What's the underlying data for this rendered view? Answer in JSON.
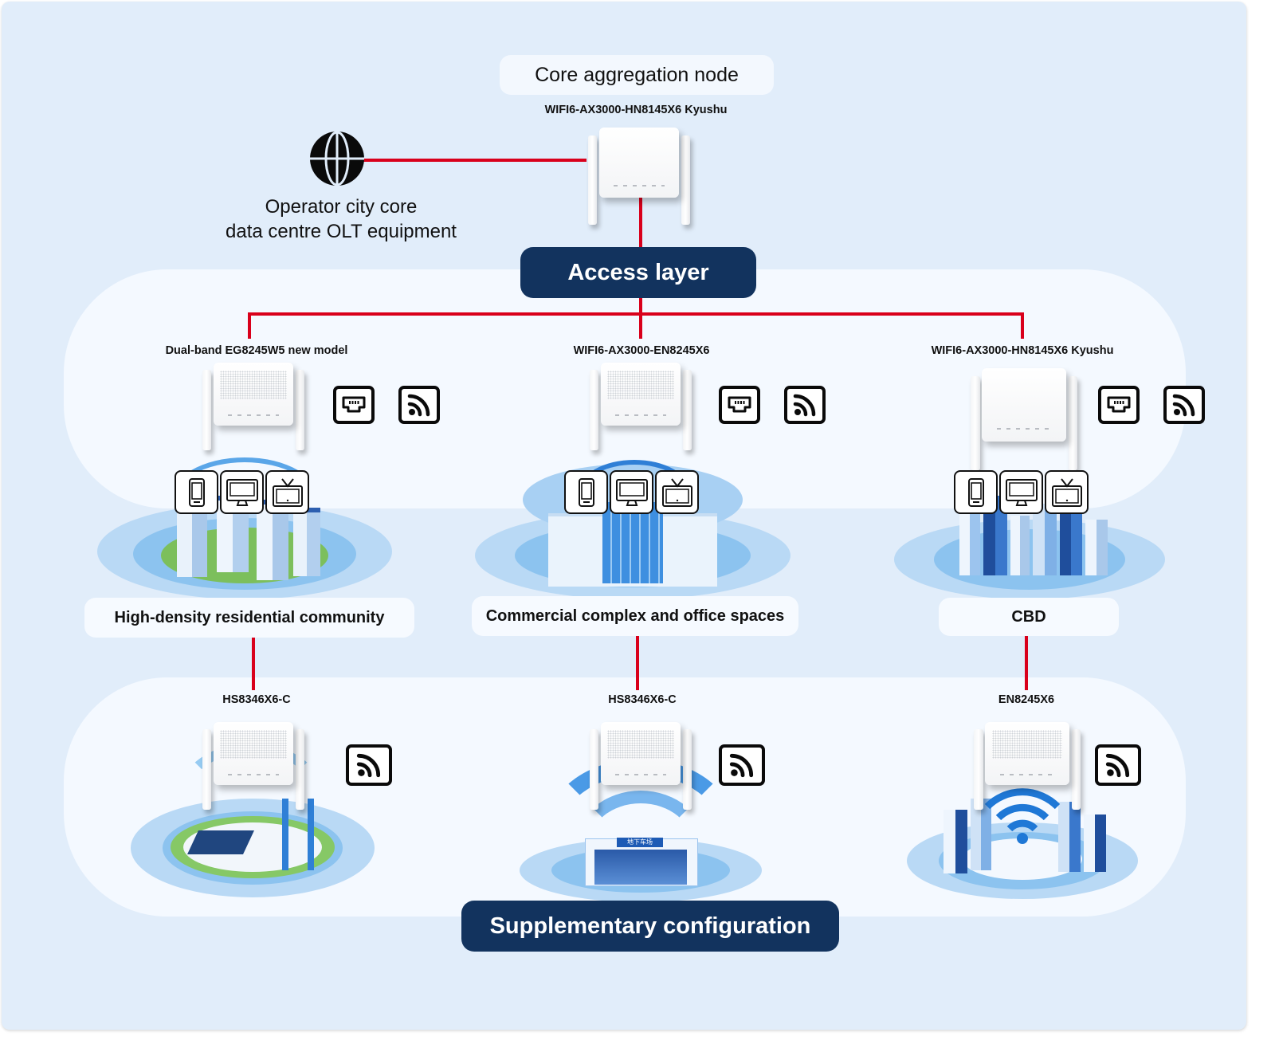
{
  "diagram": {
    "core": {
      "title": "Core aggregation node",
      "model": "WIFI6-AX3000-HN8145X6 Kyushu",
      "upstream_label_line1": "Operator city core",
      "upstream_label_line2": "data centre OLT equipment",
      "upstream_icon": "globe-icon"
    },
    "access_layer": {
      "title": "Access layer",
      "nodes": [
        {
          "model": "Dual-band EG8245W5 new model",
          "scene": "High-density residential community",
          "port_icons": [
            "ethernet-port-icon",
            "wireless-signal-icon"
          ],
          "devices": [
            "smartphone-icon",
            "desktop-monitor-icon",
            "tv-icon"
          ]
        },
        {
          "model": "WIFI6-AX3000-EN8245X6",
          "scene": "Commercial complex and office spaces",
          "port_icons": [
            "ethernet-port-icon",
            "wireless-signal-icon"
          ],
          "devices": [
            "smartphone-icon",
            "desktop-monitor-icon",
            "tv-icon"
          ]
        },
        {
          "model": "WIFI6-AX3000-HN8145X6 Kyushu",
          "scene": "CBD",
          "port_icons": [
            "ethernet-port-icon",
            "wireless-signal-icon"
          ],
          "devices": [
            "smartphone-icon",
            "desktop-monitor-icon",
            "tv-icon"
          ]
        }
      ]
    },
    "supplementary": {
      "title": "Supplementary configuration",
      "nodes": [
        {
          "model": "HS8346X6-C",
          "scene_icon": "outdoor-gym-illustration",
          "port_icons": [
            "wireless-signal-icon"
          ]
        },
        {
          "model": "HS8346X6-C",
          "scene_icon": "underground-parking-illustration",
          "sign_text": "地下车场",
          "port_icons": [
            "wireless-signal-icon"
          ]
        },
        {
          "model": "EN8245X6",
          "scene_icon": "city-plaza-wifi-illustration",
          "port_icons": [
            "wireless-signal-icon"
          ]
        }
      ]
    },
    "colors": {
      "link_red": "#d9001b",
      "dark_pill": "#12335e",
      "background": "#e1edfa",
      "band": "#f4f9ff",
      "scene_blue": "#2f7fd6"
    }
  }
}
